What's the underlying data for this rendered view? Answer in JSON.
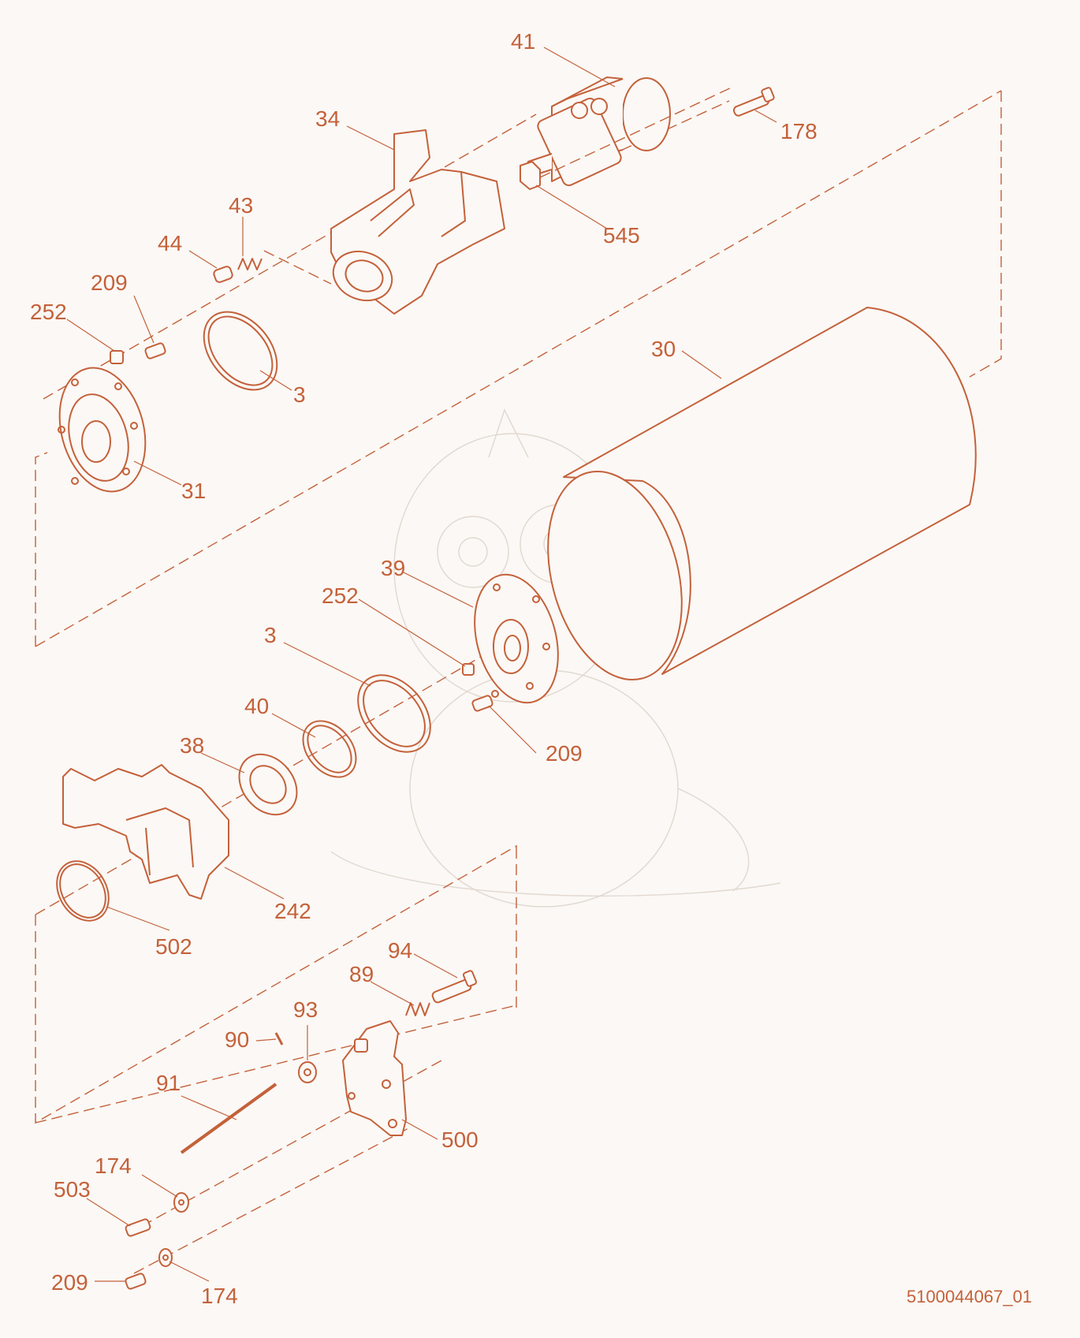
{
  "labels": {
    "l41": "41",
    "l178": "178",
    "l34": "34",
    "l545": "545",
    "l43": "43",
    "l44": "44",
    "l209a": "209",
    "l252a": "252",
    "l3a": "3",
    "l30": "30",
    "l31": "31",
    "l39": "39",
    "l252b": "252",
    "l3b": "3",
    "l40": "40",
    "l209b": "209",
    "l38": "38",
    "l242": "242",
    "l502": "502",
    "l94": "94",
    "l89": "89",
    "l93": "93",
    "l90": "90",
    "l91": "91",
    "l500": "500",
    "l174a": "174",
    "l503": "503",
    "l209c": "209",
    "l174b": "174"
  },
  "drawing_code": "5100044067_01",
  "colors": {
    "line": "#c4613a",
    "background": "#fbf8f5",
    "watermark": "#e2d8d0"
  }
}
